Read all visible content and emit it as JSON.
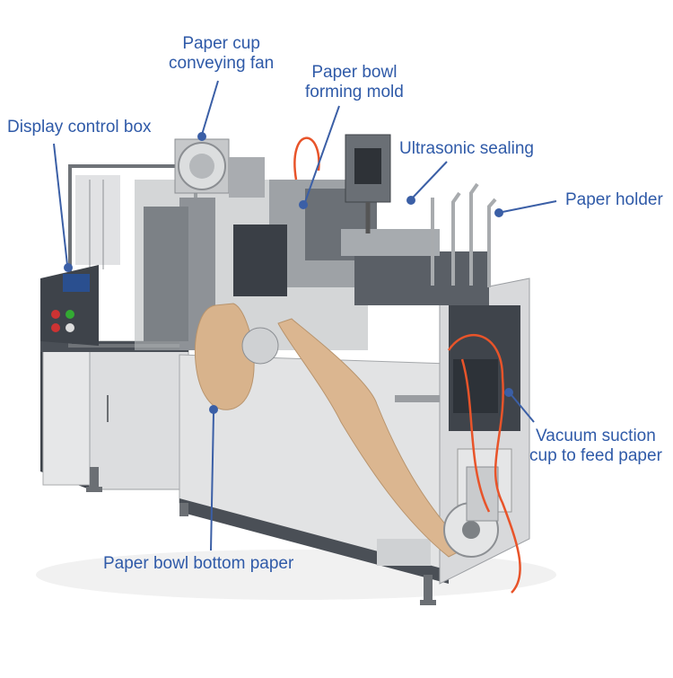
{
  "labels": {
    "conveying_fan": [
      "Paper cup",
      "conveying fan"
    ],
    "forming_mold": [
      "Paper bowl",
      "forming mold"
    ],
    "display_box": "Display control box",
    "ultrasonic": "Ultrasonic sealing",
    "paper_holder": "Paper holder",
    "vacuum": [
      "Vacuum suction",
      "cup to feed paper"
    ],
    "bottom_paper": "Paper bowl bottom paper"
  },
  "colors": {
    "label_text": "#2f5aa8",
    "leader_line": "#3b5fa6",
    "machine_frame": "#4a4f56",
    "machine_panel": "#e9eaeb",
    "paper": "#d9b48c",
    "tubing": "#e8542a"
  },
  "subject": "paper-bowl-forming-machine"
}
